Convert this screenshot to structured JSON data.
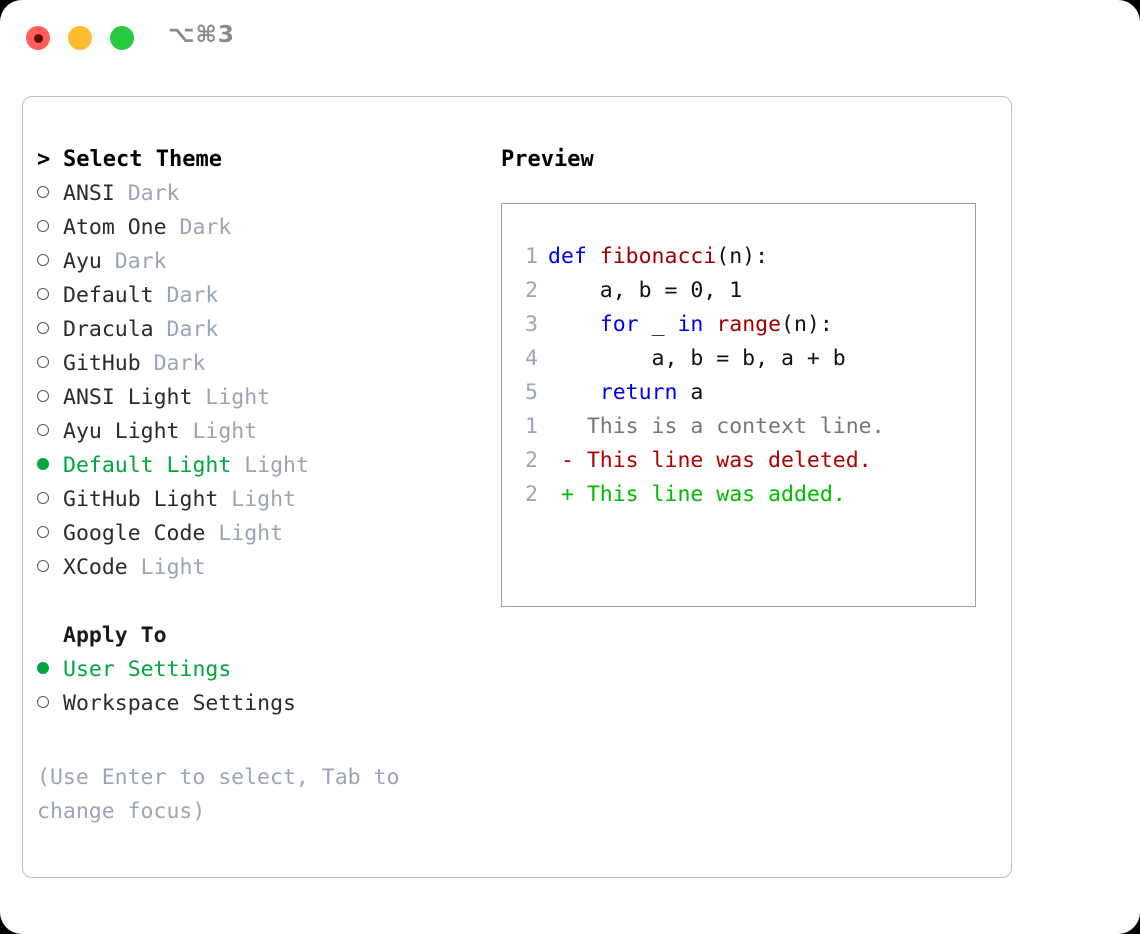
{
  "titlebar": {
    "shortcut": "⌥⌘3",
    "lights": [
      "close-light",
      "minimize-light",
      "maximize-light"
    ]
  },
  "left_panel": {
    "prompt_marker": ">",
    "title": "Select Theme",
    "themes": [
      {
        "name": "ANSI",
        "tag": "Dark",
        "selected": false
      },
      {
        "name": "Atom One",
        "tag": "Dark",
        "selected": false
      },
      {
        "name": "Ayu",
        "tag": "Dark",
        "selected": false
      },
      {
        "name": "Default",
        "tag": "Dark",
        "selected": false
      },
      {
        "name": "Dracula",
        "tag": "Dark",
        "selected": false
      },
      {
        "name": "GitHub",
        "tag": "Dark",
        "selected": false
      },
      {
        "name": "ANSI Light",
        "tag": "Light",
        "selected": false
      },
      {
        "name": "Ayu Light",
        "tag": "Light",
        "selected": false
      },
      {
        "name": "Default Light",
        "tag": "Light",
        "selected": true
      },
      {
        "name": "GitHub Light",
        "tag": "Light",
        "selected": false
      },
      {
        "name": "Google Code",
        "tag": "Light",
        "selected": false
      },
      {
        "name": "XCode",
        "tag": "Light",
        "selected": false
      }
    ],
    "apply_to": {
      "title": "Apply To",
      "options": [
        {
          "name": "User Settings",
          "selected": true
        },
        {
          "name": "Workspace Settings",
          "selected": false
        }
      ]
    },
    "hint": "(Use Enter to select, Tab to change focus)"
  },
  "preview": {
    "title": "Preview",
    "code_lines": [
      {
        "num": "1",
        "tokens": [
          {
            "t": "def ",
            "c": "kw"
          },
          {
            "t": "fibonacci",
            "c": "fn"
          },
          {
            "t": "(n):",
            "c": "plain"
          }
        ]
      },
      {
        "num": "2",
        "tokens": [
          {
            "t": "    a, b = 0, 1",
            "c": "plain"
          }
        ]
      },
      {
        "num": "3",
        "tokens": [
          {
            "t": "    ",
            "c": "plain"
          },
          {
            "t": "for",
            "c": "kw"
          },
          {
            "t": " _ ",
            "c": "plain"
          },
          {
            "t": "in ",
            "c": "kw"
          },
          {
            "t": "range",
            "c": "fn"
          },
          {
            "t": "(n):",
            "c": "plain"
          }
        ]
      },
      {
        "num": "4",
        "tokens": [
          {
            "t": "        a, b = b, a + b",
            "c": "plain"
          }
        ]
      },
      {
        "num": "5",
        "tokens": [
          {
            "t": "    ",
            "c": "plain"
          },
          {
            "t": "return",
            "c": "kw"
          },
          {
            "t": " a",
            "c": "plain"
          }
        ]
      }
    ],
    "diff_lines": [
      {
        "num": "1",
        "sign": " ",
        "text": "This is a context line.",
        "kind": "ctx"
      },
      {
        "num": "2",
        "sign": "-",
        "text": "This line was deleted.",
        "kind": "del"
      },
      {
        "num": "2",
        "sign": "+",
        "text": "This line was added.",
        "kind": "add"
      }
    ]
  },
  "colors": {
    "selected_green": "#00a63e",
    "tag_gray": "#9aa6b4",
    "keyword_blue": "#0000ee",
    "function_red": "#a00000",
    "diff_add_green": "#00bb00",
    "diff_del_red": "#b00000",
    "panel_border": "#b9c1cc",
    "preview_border": "#94a3b4"
  }
}
